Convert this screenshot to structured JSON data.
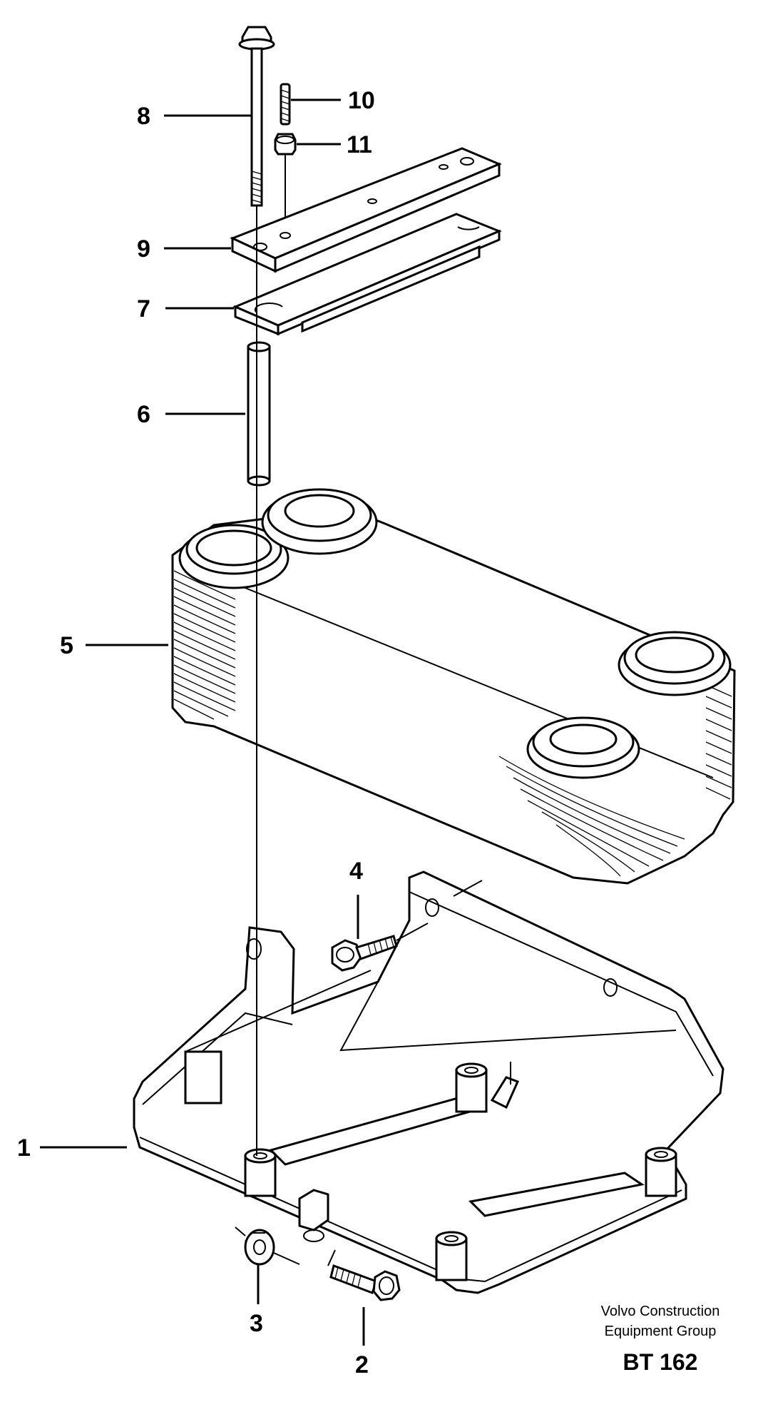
{
  "callouts": [
    {
      "id": "1",
      "label": "1"
    },
    {
      "id": "2",
      "label": "2"
    },
    {
      "id": "3",
      "label": "3"
    },
    {
      "id": "4",
      "label": "4"
    },
    {
      "id": "5",
      "label": "5"
    },
    {
      "id": "6",
      "label": "6"
    },
    {
      "id": "7",
      "label": "7"
    },
    {
      "id": "8",
      "label": "8"
    },
    {
      "id": "9",
      "label": "9"
    },
    {
      "id": "10",
      "label": "10"
    },
    {
      "id": "11",
      "label": "11"
    }
  ],
  "credit": {
    "line1": "Volvo Construction",
    "line2": "Equipment Group",
    "code": "BT 162"
  }
}
